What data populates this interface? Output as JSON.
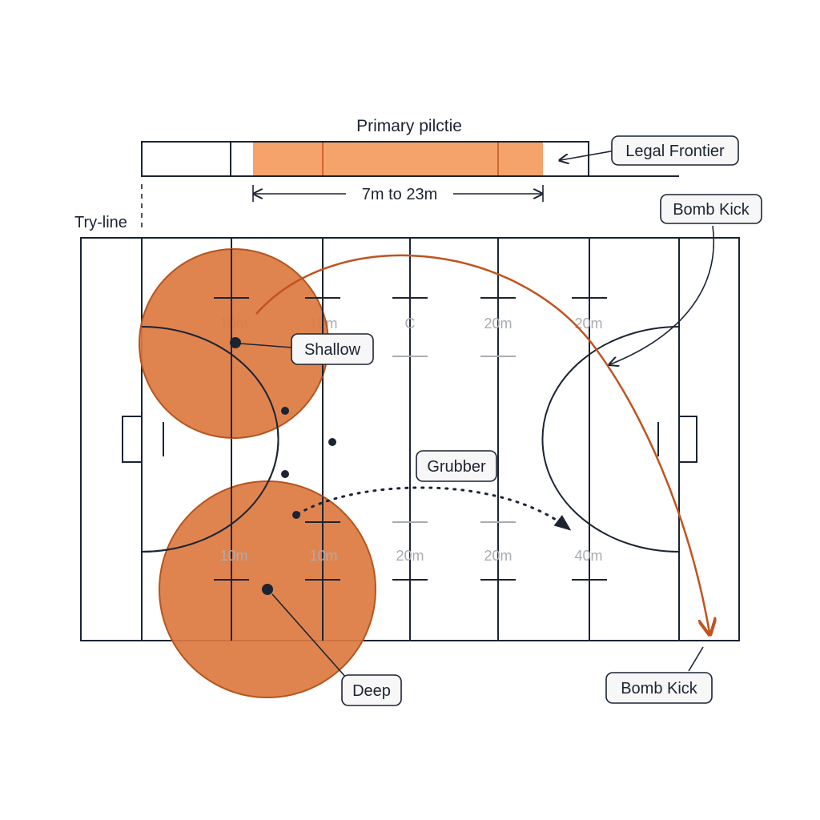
{
  "diagram": {
    "title": "Primary pilctie",
    "try_line_label": "Try-line",
    "range_label": "7m to 23m",
    "callouts": {
      "legal_frontier": "Legal Frontier",
      "bomb_kick_top": "Bomb Kick",
      "bomb_kick_bottom": "Bomb Kick",
      "shallow": "Shallow",
      "grubber": "Grubber",
      "deep": "Deep"
    },
    "yard_labels_top": [
      "10m",
      "10m",
      "C",
      "20m",
      "20m"
    ],
    "yard_labels_bottom": [
      "10m",
      "10m",
      "20m",
      "20m",
      "40m"
    ],
    "colors": {
      "zone_fill": "#dd7a40",
      "zone_stroke": "#b5541c",
      "band_fill": "#f5a36b",
      "trajectory": "#c0531f",
      "ink": "#1c2433",
      "faded": "#a9acb1"
    }
  }
}
